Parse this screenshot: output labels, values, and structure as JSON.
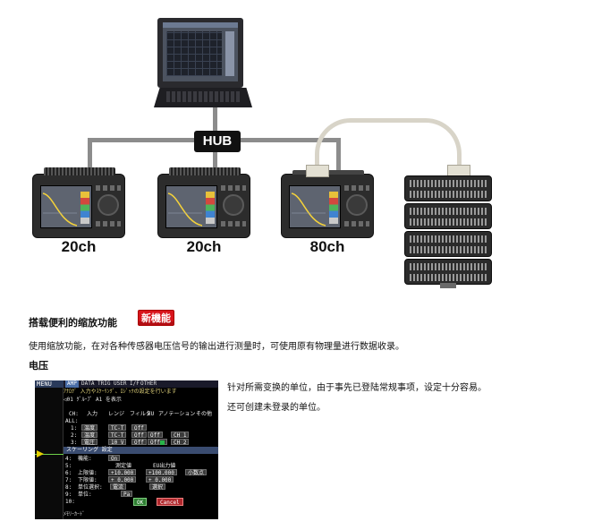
{
  "diagram": {
    "hub_label": "HUB",
    "devices": [
      {
        "channels": "20ch"
      },
      {
        "channels": "20ch"
      },
      {
        "channels": "80ch"
      }
    ]
  },
  "feature": {
    "title": "搭载便利的缩放功能",
    "badge": "新機能",
    "description": "使用缩放功能，在对各种传感器电压信号的输出进行测量时，可使用原有物理量进行数据收录。"
  },
  "section": {
    "title": "电压",
    "lines": [
      "针对所需变换的单位，由于事先已登陆常规事项，设定十分容易。",
      "还可创建未登录的单位。"
    ]
  },
  "device_screen": {
    "side_label": "MENU",
    "tabs": [
      "AMP",
      "DATA",
      "TRIG",
      "USER",
      "I/F",
      "OTHER"
    ],
    "header_line": "ｱﾅﾛｸﾞ 入力やｽｹｰﾘﾝｸﾞ、ﾛｼﾞｯｸの設定を行います",
    "group_line": "◁01 ｸﾞﾙｰﾌﾟ A1 を表示",
    "columns": [
      "CH:",
      "入力",
      "レンジ",
      "フィルタ",
      "EU",
      "アノテーション",
      "その他"
    ],
    "rows": [
      {
        "ch": "ALL:",
        "input": "",
        "range": "",
        "filter": "",
        "eu": "",
        "annotation": ""
      },
      {
        "ch": "1:",
        "input": "温度",
        "range": "TC-T",
        "filter": "Off",
        "eu": "",
        "annotation": ""
      },
      {
        "ch": "2:",
        "input": "温度",
        "range": "TC-T",
        "filter": "Off",
        "eu": "Off",
        "annotation": "CH 1"
      },
      {
        "ch": "3:",
        "input": "電圧",
        "range": "10 V",
        "filter": "Off",
        "eu": "Off",
        "annotation": "CH 2"
      }
    ],
    "scaling_title": "スケーリング 設定",
    "function_label": "機能:",
    "function_value": "On",
    "measured_header": "測定値",
    "eu_header": "EU出力値",
    "upper_label": "上限値:",
    "upper_measured": "+10.000",
    "upper_eu": "+100.000",
    "decimal_option": "小数点",
    "lower_label": "下限値:",
    "lower_measured": "+ 0.000",
    "lower_eu": "+ 0.000",
    "unit_select_label": "単位選択:",
    "unit_select_value": "電流",
    "unit_select_option": "選択",
    "unit_label": "単位:",
    "unit_value": "Pa",
    "row_numbers": [
      "4:",
      "5:",
      "6:",
      "7:",
      "8:",
      "9:",
      "10:"
    ],
    "ok_label": "OK",
    "cancel_label": "Cancel",
    "footer": "ﾒﾓﾘｰｶｰﾄﾞ"
  }
}
